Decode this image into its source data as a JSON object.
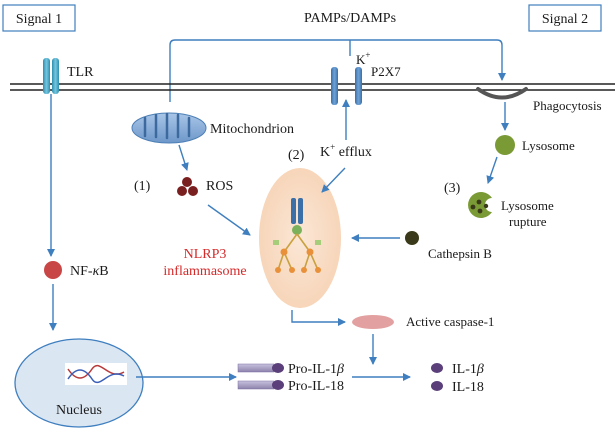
{
  "labels": {
    "signal1": "Signal 1",
    "signal2": "Signal 2",
    "pamps": "PAMPs/DAMPs",
    "tlr": "TLR",
    "p2x7": "P2X7",
    "k_ion": "K",
    "k_plus": "+",
    "phagocytosis": "Phagocytosis",
    "mitochondrion": "Mitochondrion",
    "step2": "(2)",
    "k_efflux_k": "K",
    "k_efflux_plus": "+",
    "k_efflux_word": " efflux",
    "lysosome": "Lysosome",
    "step1": "(1)",
    "ros": "ROS",
    "step3": "(3)",
    "lysosome_rupture_1": "Lysosome",
    "lysosome_rupture_2": "rupture",
    "cathepsin": "Cathepsin B",
    "nlrp3_1": "NLRP3",
    "nlrp3_2": "inflammasome",
    "nfkb_pre": "NF-",
    "nfkb_kappa": "κ",
    "nfkb_post": "B",
    "active_caspase": "Active caspase-1",
    "pro_il1b_pre": "Pro-IL-1",
    "pro_il1b_beta": "β",
    "pro_il18": "Pro-IL-18",
    "il1b_pre": "IL-1",
    "il1b_beta": "β",
    "il18": "IL-18",
    "nucleus": "Nucleus"
  },
  "colors": {
    "arrow": "#3f7fbf",
    "membrane": "#222222",
    "nlrp3_text": "#d42a2a",
    "ros": "#7a1f1f",
    "lysosome": "#7a9a35",
    "cathepsin": "#3a3a1a",
    "nfkb": "#c94646",
    "caspase": "#e3a0a0",
    "nucleus_fill": "#dbe6f3",
    "il_dot": "#5a3f7a",
    "pro_bar": "#a39abf"
  }
}
